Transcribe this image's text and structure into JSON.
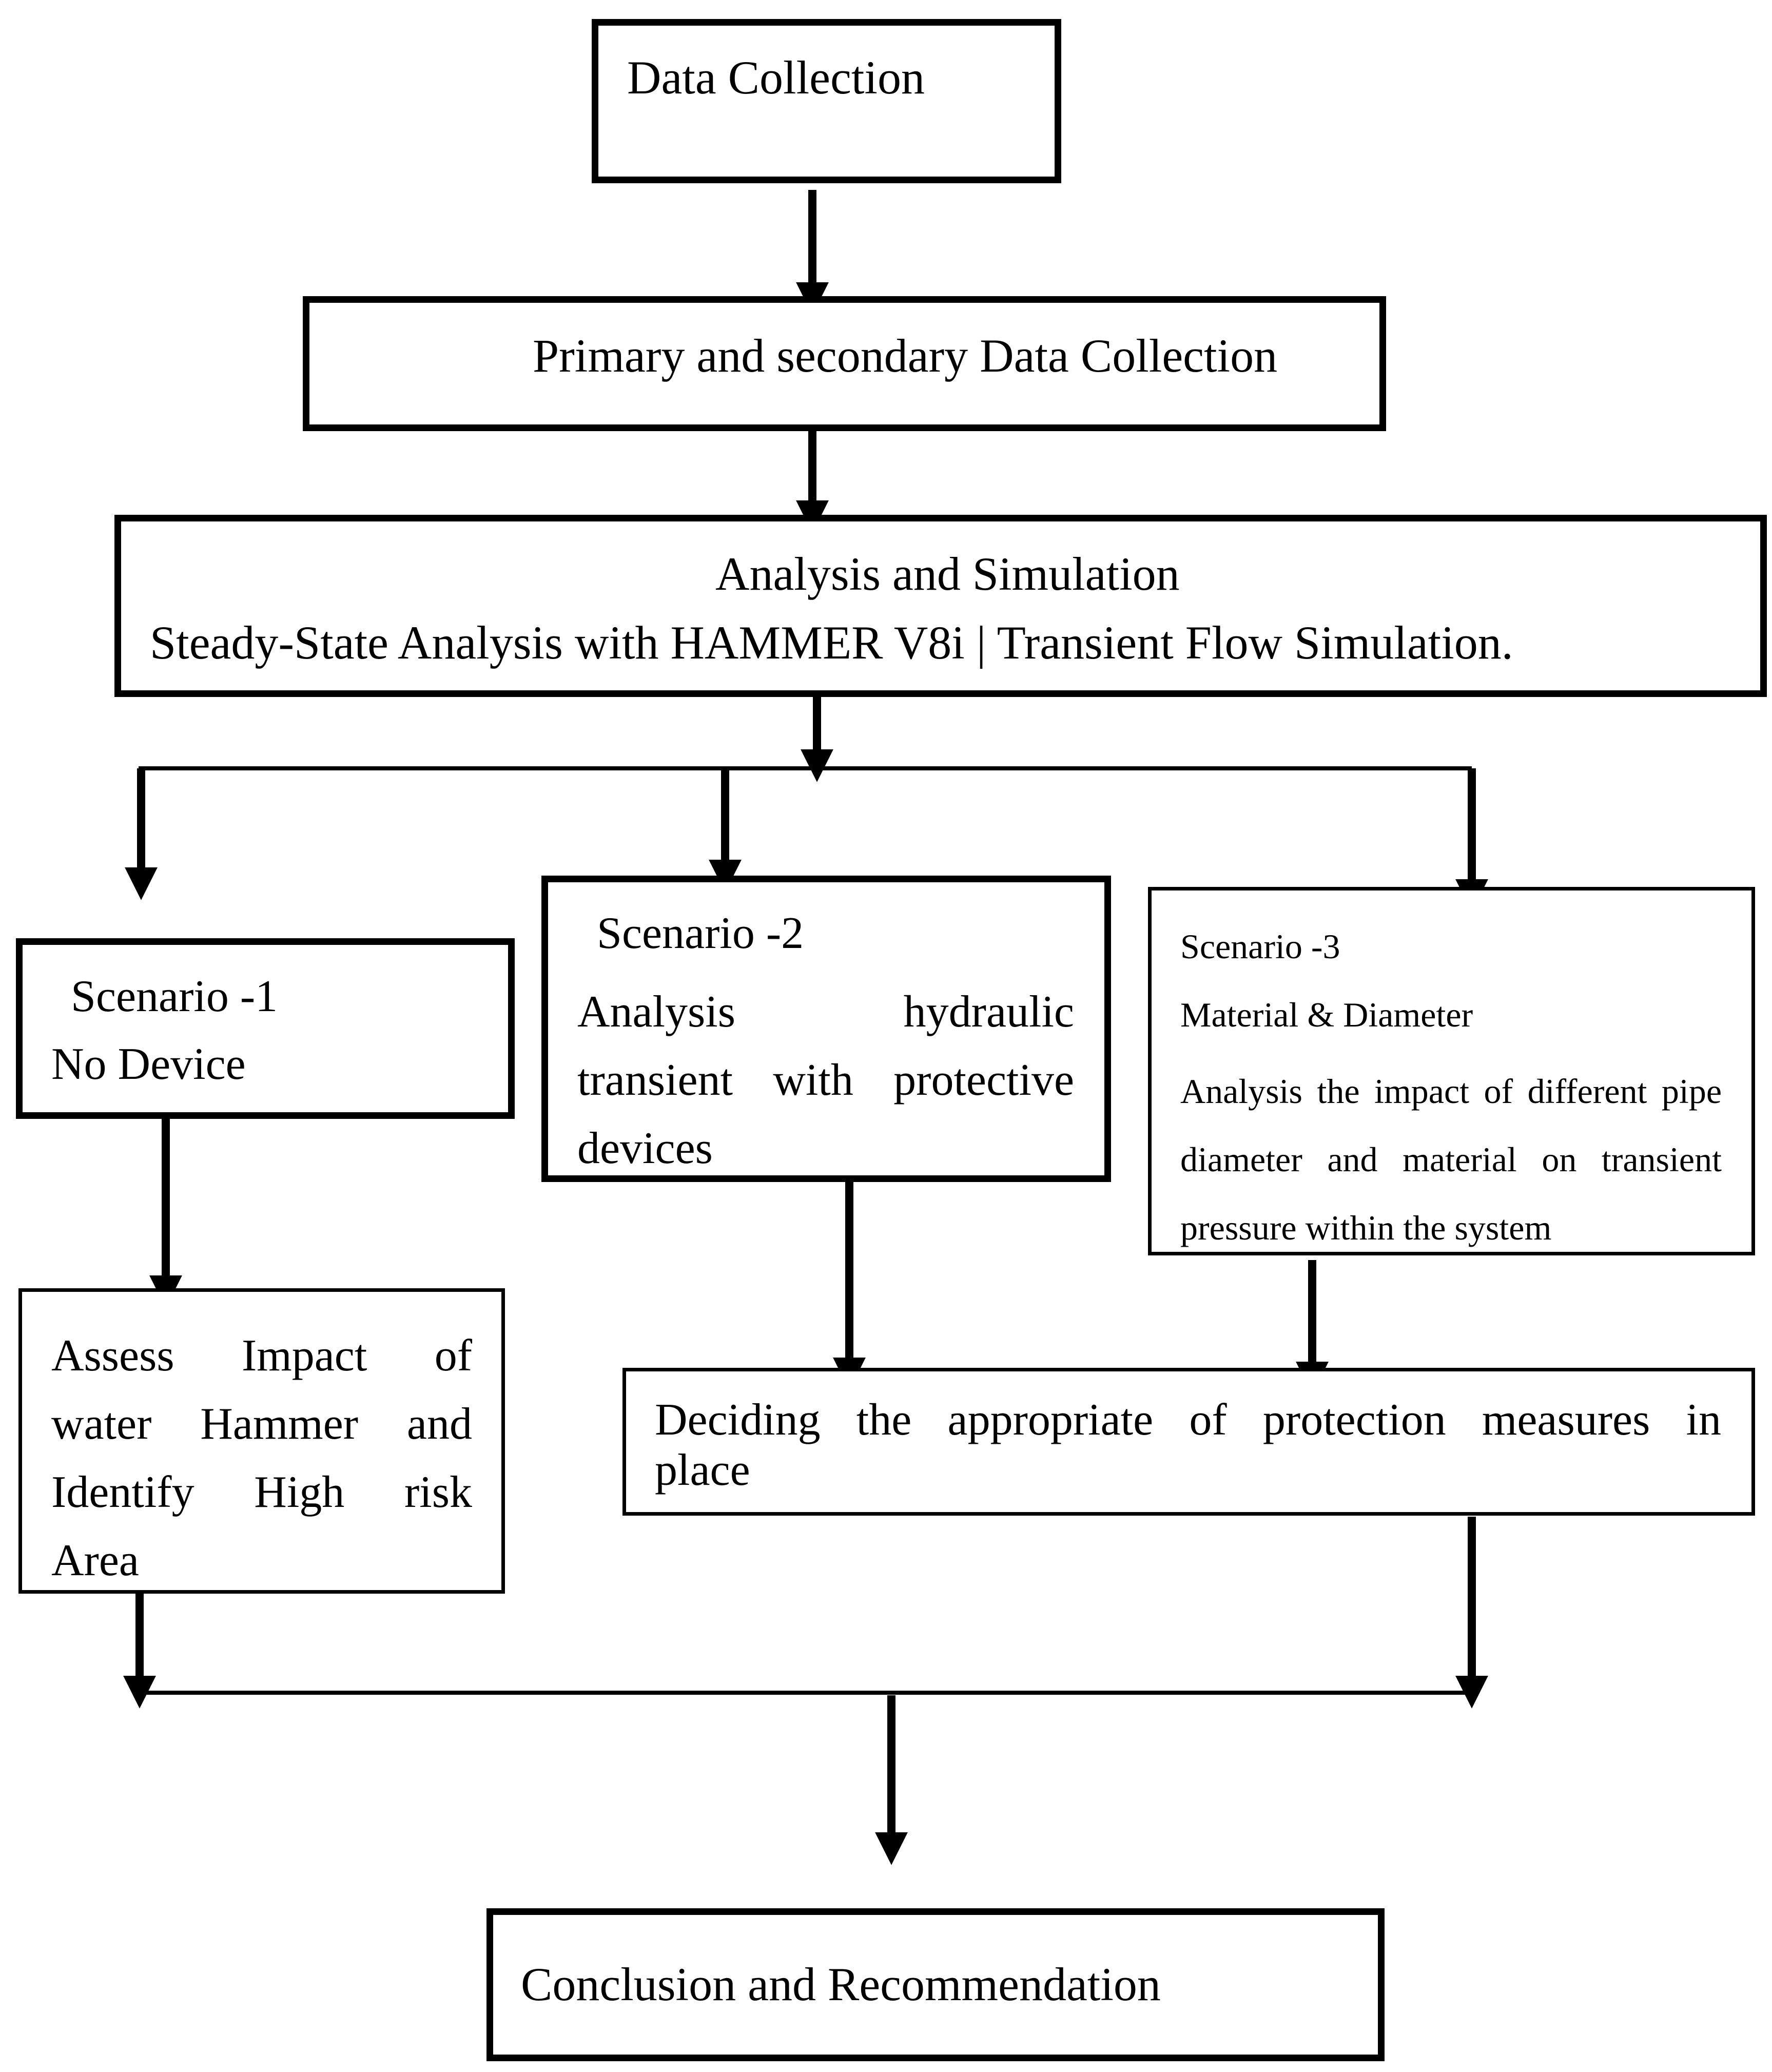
{
  "diagram": {
    "data_collection": {
      "label": "Data Collection"
    },
    "primary_secondary": {
      "label": "Primary and secondary Data Collection"
    },
    "analysis": {
      "title": "Analysis and Simulation",
      "subtitle": "Steady-State Analysis with HAMMER V8i | Transient Flow Simulation."
    },
    "scenario1": {
      "title": "Scenario -1",
      "subtitle": "No Device"
    },
    "scenario2": {
      "title": "Scenario -2",
      "lines": [
        "Analysis hydraulic",
        "transient with protective",
        "devices"
      ]
    },
    "scenario3": {
      "title": "Scenario -3",
      "subtitle": "Material & Diameter",
      "lines": [
        "Analysis the impact of different pipe",
        "diameter and material on transient",
        "pressure within the system"
      ]
    },
    "assess": {
      "lines": [
        "Assess Impact of",
        "water Hammer and",
        "Identify High risk",
        "Area"
      ]
    },
    "deciding": {
      "lines": [
        "Deciding the appropriate of protection measures in",
        "place"
      ]
    },
    "conclusion": {
      "label": "Conclusion and Recommendation"
    }
  }
}
